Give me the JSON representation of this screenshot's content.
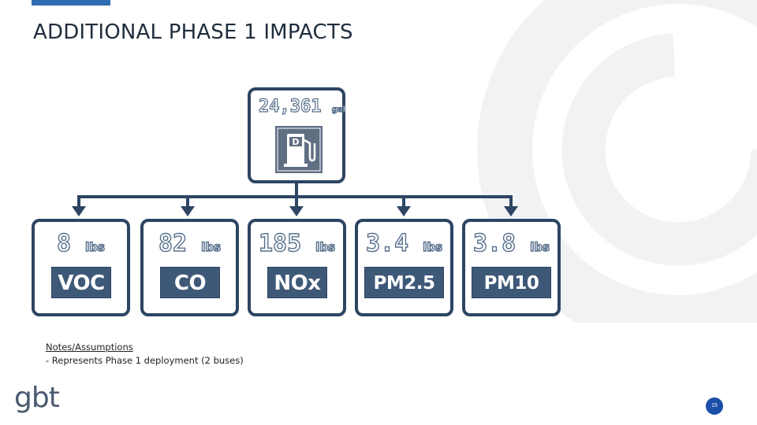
{
  "header": {
    "title": "ADDITIONAL PHASE 1 IMPACTS"
  },
  "fuel": {
    "value": "24,361",
    "unit": "gal",
    "icon": "fuel-pump-icon"
  },
  "metrics": [
    {
      "value": "8",
      "unit": "lbs",
      "label": "VOC"
    },
    {
      "value": "82",
      "unit": "lbs",
      "label": "CO"
    },
    {
      "value": "185",
      "unit": "lbs",
      "label": "NOx"
    },
    {
      "value": "3.4",
      "unit": "lbs",
      "label": "PM2.5"
    },
    {
      "value": "3.8",
      "unit": "lbs",
      "label": "PM10"
    }
  ],
  "notes": {
    "title": "Notes/Assumptions",
    "items": [
      "- Represents Phase 1 deployment (2 buses)"
    ]
  },
  "footer": {
    "logo": "gbt",
    "page_number": "15"
  },
  "colors": {
    "box_border": "#2d4563",
    "label_fill": "#3e5878",
    "accent": "#2f6db3",
    "page_badge": "#1b4fa8"
  }
}
